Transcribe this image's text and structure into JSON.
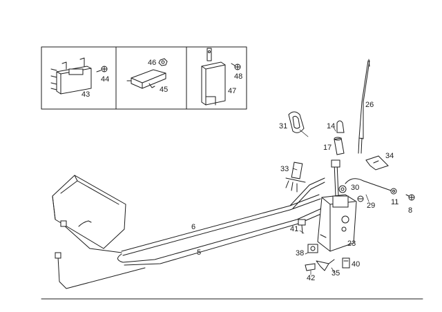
{
  "callouts": {
    "c43": "43",
    "c44": "44",
    "c46": "46",
    "c45": "45",
    "c48": "48",
    "c47": "47",
    "c26": "26",
    "c31": "31",
    "c14": "14",
    "c17": "17",
    "c34": "34",
    "c33": "33",
    "c30": "30",
    "c11": "11",
    "c8": "8",
    "c29": "29",
    "c6": "6",
    "c41": "41",
    "c23": "23",
    "c5": "5",
    "c38": "38",
    "c40": "40",
    "c42": "42",
    "c35": "35"
  }
}
